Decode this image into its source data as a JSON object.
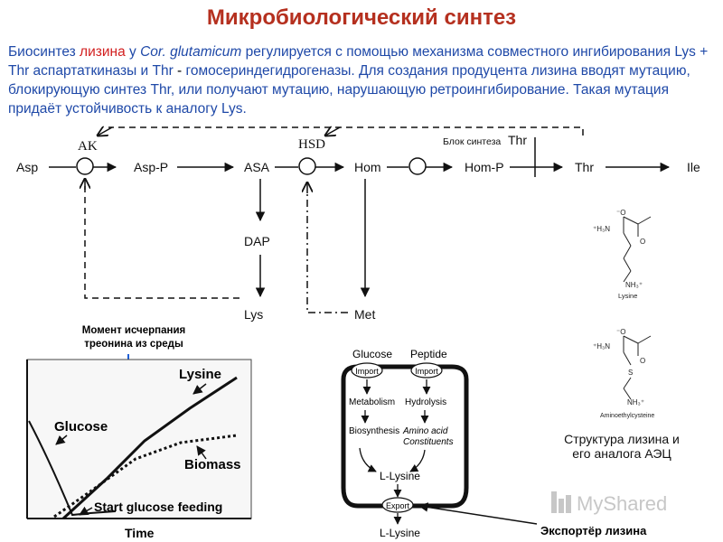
{
  "title": "Микробиологический синтез",
  "intro": {
    "p1": "Биосинтез ",
    "p2": "лизина",
    "p3": " у ",
    "p4": "Cor. glutamicum",
    "p5": " регулируется с помощью механизма совместного ингибирования Lys + Thr аспартаткиназы и Thr ",
    "p6": "-",
    "p7": " гомосериндегидрогеназы.  Для создания продуцента лизина вводят мутацию, блокирующую синтез Thr, или получают мутацию, нарушающую ретроингибирование. Такая мутация придаёт устойчивость к аналогу Lys."
  },
  "pathway": {
    "asp": "Asp",
    "asp_p": "Asp-P",
    "asa": "ASA",
    "hom": "Hom",
    "hom_p": "Hom-P",
    "thr": "Thr",
    "ile": "Ile",
    "dap": "DAP",
    "lys": "Lys",
    "met": "Met",
    "ak": "AK",
    "hsd": "HSD",
    "block_small": "Блок синтеза",
    "block_thr": "Thr"
  },
  "growth_chart": {
    "annotation_line1": "Момент исчерпания",
    "annotation_line2": "треонина из среды",
    "lysine": "Lysine",
    "glucose": "Glucose",
    "biomass": "Biomass",
    "feeding": "Start glucose feeding",
    "xlabel": "Time"
  },
  "export_diagram": {
    "glucose": "Glucose",
    "peptide": "Peptide",
    "import": "Import",
    "metabolism": "Metabolism",
    "hydrolysis": "Hydrolysis",
    "biosynthesis": "Biosynthesis",
    "amino1": "Amino acid",
    "amino2": "Constituents",
    "llysine": "L-Lysine",
    "export": "Export",
    "llysine_out": "L-Lysine",
    "caption": "Экспортёр лизина"
  },
  "structures": {
    "lysine_label": "Lysine",
    "aec_label": "Aminoethylcysteine",
    "caption_line1": "Структура лизина и",
    "caption_line2": "его аналога АЭЦ"
  },
  "logo": {
    "text": "MyShared"
  }
}
